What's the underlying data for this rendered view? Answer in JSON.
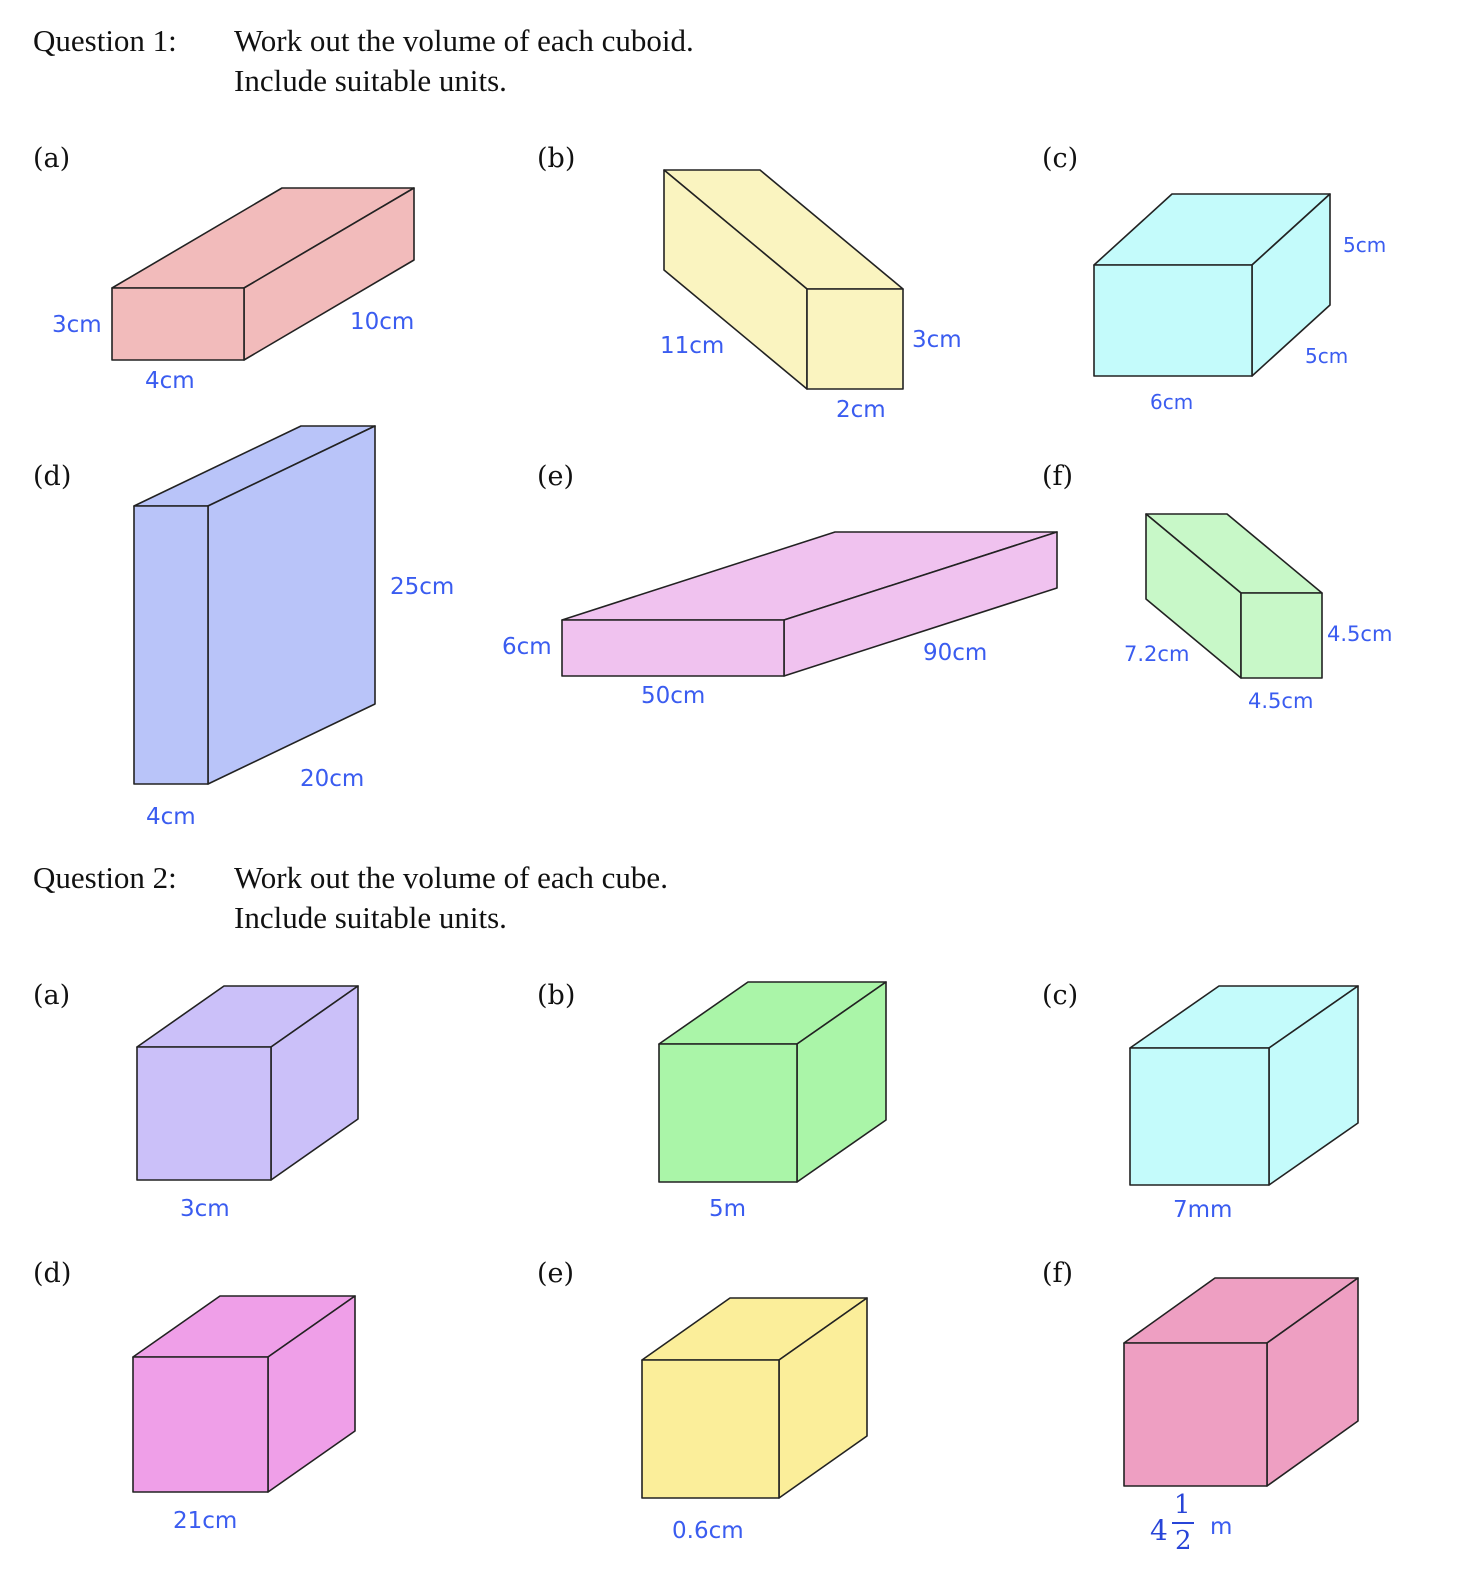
{
  "question1": {
    "number": "Question 1:",
    "line1": "Work out the volume of each cuboid.",
    "line2": "Include suitable units.",
    "shapes": [
      {
        "part": "(a)",
        "color": "#f2bbbb",
        "labels": [
          "3cm",
          "4cm",
          "10cm"
        ]
      },
      {
        "part": "(b)",
        "color": "#faf4c0",
        "labels": [
          "11cm",
          "3cm",
          "2cm"
        ]
      },
      {
        "part": "(c)",
        "color": "#c4fbfb",
        "labels": [
          "5cm",
          "5cm",
          "6cm"
        ]
      },
      {
        "part": "(d)",
        "color": "#b9c4f9",
        "labels": [
          "25cm",
          "20cm",
          "4cm"
        ]
      },
      {
        "part": "(e)",
        "color": "#f0c2ef",
        "labels": [
          "6cm",
          "50cm",
          "90cm"
        ]
      },
      {
        "part": "(f)",
        "color": "#c8f8c8",
        "labels": [
          "7.2cm",
          "4.5cm",
          "4.5cm"
        ]
      }
    ]
  },
  "question2": {
    "number": "Question 2:",
    "line1": "Work out the volume of each cube.",
    "line2": "Include suitable units.",
    "shapes": [
      {
        "part": "(a)",
        "color": "#cbc0f9",
        "labels": [
          "3cm"
        ]
      },
      {
        "part": "(b)",
        "color": "#aaf5a8",
        "labels": [
          "5m"
        ]
      },
      {
        "part": "(c)",
        "color": "#c4fbfb",
        "labels": [
          "7mm"
        ]
      },
      {
        "part": "(d)",
        "color": "#ef9fe8",
        "labels": [
          "21cm"
        ]
      },
      {
        "part": "(e)",
        "color": "#fbee9a",
        "labels": [
          "0.6cm"
        ]
      },
      {
        "part": "(f)",
        "color": "#ee9fc2",
        "mixed_number": {
          "whole": "4",
          "numerator": "1",
          "denominator": "2",
          "unit": "m"
        }
      }
    ]
  }
}
